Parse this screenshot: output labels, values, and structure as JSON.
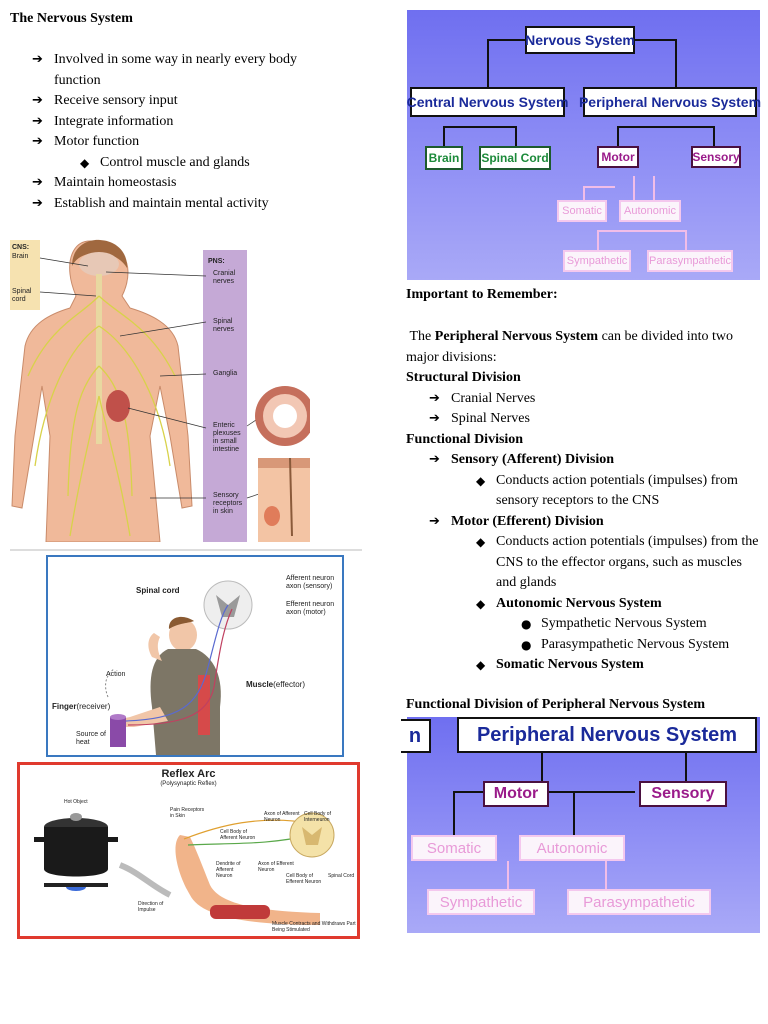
{
  "left": {
    "title": "The Nervous System",
    "bullets": [
      "Involved in some way in nearly every body function",
      "Receive sensory input",
      "Integrate information",
      "Motor function"
    ],
    "sub_bullet": "Control muscle and glands",
    "bullets2": [
      "Maintain homeostasis",
      "Establish and maintain mental activity"
    ]
  },
  "figure1": {
    "cns_label": "CNS:",
    "brain": "Brain",
    "spinal_cord": "Spinal cord",
    "pns_label": "PNS:",
    "cranial": "Cranial nerves",
    "spinal_nerves": "Spinal nerves",
    "ganglia": "Ganglia",
    "enteric": "Enteric plexuses in small intestine",
    "sensory": "Sensory receptors in skin"
  },
  "figure2": {
    "spinal_cord": "Spinal cord",
    "afferent": "Afferent neuron axon (sensory)",
    "efferent": "Efferent neuron axon (motor)",
    "action": "Action",
    "muscle": "Muscle",
    "effector": "(effector)",
    "finger": "Finger",
    "receiver": "(receiver)",
    "source": "Source of heat"
  },
  "figure3": {
    "title": "Reflex Arc",
    "subtitle": "(Polysynaptic Reflex)",
    "hot_object": "Hot Object",
    "pain": "Pain Receptors in Skin",
    "axon_aff": "Axon of Afferent Neuron",
    "cell_inter": "Cell Body of Interneuron",
    "cell_aff": "Cell Body of Afferent Neuron",
    "dendrite": "Dendrite of Afferent Neuron",
    "axon_eff": "Axon of Efferent Neuron",
    "cell_eff": "Cell Body of Efferent Neuron",
    "spinal": "Spinal Cord",
    "direction": "Direction of Impulse",
    "muscle": "Muscle Contracts and Withdraws Part Being Stimulated"
  },
  "diagram1": {
    "root": "Nervous System",
    "cns": "Central Nervous System",
    "pns": "Peripheral Nervous System",
    "brain": "Brain",
    "spinal_cord": "Spinal Cord",
    "motor": "Motor",
    "sensory": "Sensory",
    "somatic": "Somatic",
    "autonomic": "Autonomic",
    "sympathetic": "Sympathetic",
    "parasympathetic": "Parasympathetic"
  },
  "right": {
    "important": "Important to Remember:",
    "intro_pre": "The ",
    "intro_bold": "Peripheral Nervous System",
    "intro_post": " can be divided into two major divisions:",
    "structural": "Structural Division",
    "cranial": "Cranial Nerves",
    "spinal": "Spinal Nerves",
    "functional": "Functional Division",
    "sensory_div": "Sensory (Afferent) Division",
    "sensory_desc": "Conducts action potentials (impulses) from sensory receptors to the CNS",
    "motor_div": "Motor (Efferent) Division",
    "motor_desc": "Conducts action potentials (impulses) from the CNS to the effector organs, such as muscles and glands",
    "autonomic": "Autonomic Nervous System",
    "sympathetic": "Sympathetic Nervous System",
    "parasympathetic": "Parasympathetic Nervous System",
    "somatic": "Somatic Nervous System",
    "func_title": "Functional Division of Peripheral Nervous System"
  },
  "diagram2": {
    "cut_left": "n",
    "pns": "Peripheral Nervous System",
    "motor": "Motor",
    "sensory": "Sensory",
    "somatic": "Somatic",
    "autonomic": "Autonomic",
    "sympathetic": "Sympathetic",
    "parasympathetic": "Parasympathetic"
  }
}
